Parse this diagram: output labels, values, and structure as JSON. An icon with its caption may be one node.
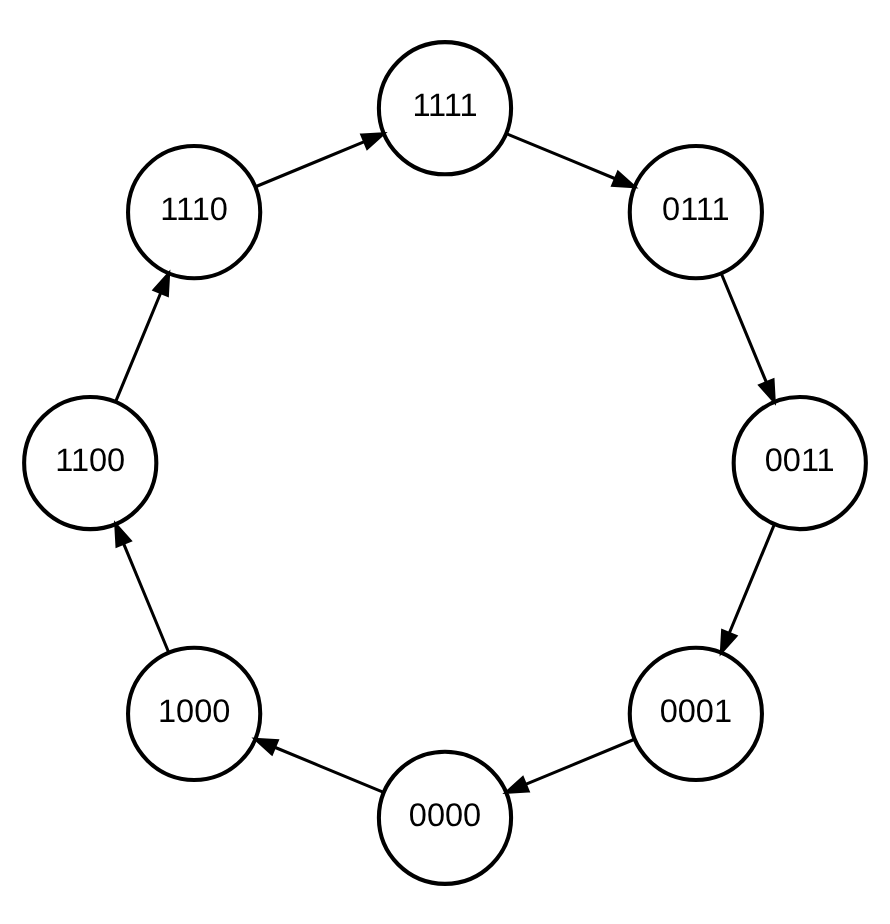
{
  "diagram": {
    "nodes": [
      {
        "text": [
          "0001"
        ]
      },
      {
        "text": [
          "0000"
        ]
      },
      {
        "text": [
          "1000"
        ]
      },
      {
        "text": [
          "1100"
        ]
      },
      {
        "text": [
          "1110"
        ]
      },
      {
        "text": [
          "1111"
        ]
      },
      {
        "text": [
          "0111"
        ]
      },
      {
        "text": [
          "0011"
        ]
      }
    ],
    "edges": [
      {
        "from": 7,
        "to": 0,
        "arrow": "to"
      },
      {
        "from": 0,
        "to": 1,
        "arrow": "to"
      },
      {
        "from": 1,
        "to": 2,
        "arrow": "to"
      },
      {
        "from": 2,
        "to": 3,
        "arrow": "to"
      },
      {
        "from": 3,
        "to": 4,
        "arrow": "to"
      },
      {
        "from": 4,
        "to": 5,
        "arrow": "to"
      },
      {
        "from": 5,
        "to": 6,
        "arrow": "to"
      },
      {
        "from": 6,
        "to": 7,
        "arrow": "to"
      }
    ]
  }
}
